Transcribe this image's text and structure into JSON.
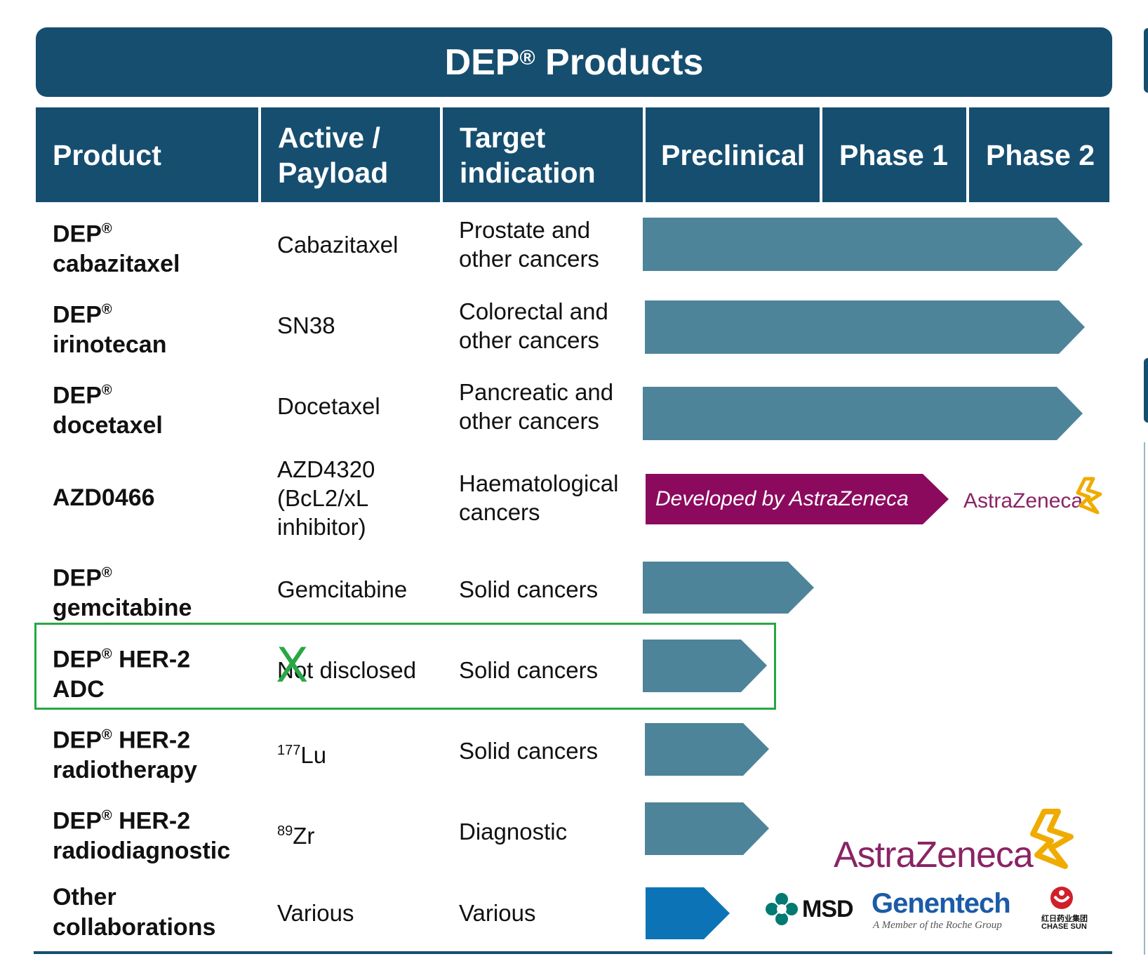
{
  "title": {
    "text": "DEP",
    "reg": "®",
    "suffix": " Products"
  },
  "headers": {
    "product": "Product",
    "payload_line1": "Active /",
    "payload_line2": "Payload",
    "target_line1": "Target",
    "target_line2": "indication",
    "preclinical": "Preclinical",
    "phase1": "Phase 1",
    "phase2": "Phase 2"
  },
  "rows": [
    {
      "name_prefix": "DEP",
      "reg": "®",
      "name_suffix": "",
      "name_line2": "cabazitaxel",
      "payload": [
        "Cabazitaxel"
      ],
      "target": [
        "Prostate and",
        "other cancers"
      ],
      "stage": "Phase 2"
    },
    {
      "name_prefix": "DEP",
      "reg": "®",
      "name_suffix": "",
      "name_line2": "irinotecan",
      "payload": [
        "SN38"
      ],
      "target": [
        "Colorectal and",
        "other cancers"
      ],
      "stage": "Phase 2"
    },
    {
      "name_prefix": "DEP",
      "reg": "®",
      "name_suffix": "",
      "name_line2": "docetaxel",
      "payload": [
        "Docetaxel"
      ],
      "target": [
        "Pancreatic and",
        "other cancers"
      ],
      "stage": "Phase 2"
    },
    {
      "name_prefix": "AZD0466",
      "reg": "",
      "name_suffix": "",
      "name_line2": "",
      "payload": [
        "AZD4320",
        "(BcL2/xL",
        "inhibitor)"
      ],
      "target": [
        "Haematological",
        "cancers"
      ],
      "stage": "Developed by AstraZeneca"
    },
    {
      "name_prefix": "DEP",
      "reg": "®",
      "name_suffix": "",
      "name_line2": "gemcitabine",
      "payload": [
        "Gemcitabine"
      ],
      "target": [
        "Solid cancers"
      ],
      "stage": "Preclinical"
    },
    {
      "name_prefix": "DEP",
      "reg": "®",
      "name_suffix": " HER-2",
      "name_line2": "ADC",
      "payload": [
        "Not disclosed"
      ],
      "target": [
        "Solid cancers"
      ],
      "stage": "Preclinical"
    },
    {
      "name_prefix": "DEP",
      "reg": "®",
      "name_suffix": " HER-2",
      "name_line2": "radiotherapy",
      "payload_sup": "177",
      "payload": [
        "Lu"
      ],
      "target": [
        "Solid cancers"
      ],
      "stage": "Preclinical"
    },
    {
      "name_prefix": "DEP",
      "reg": "®",
      "name_suffix": " HER-2",
      "name_line2": "radiodiagnostic",
      "payload_sup": "89",
      "payload": [
        "Zr"
      ],
      "target": [
        "Diagnostic"
      ],
      "stage": "Preclinical"
    },
    {
      "name_prefix": "Other",
      "reg": "",
      "name_suffix": "",
      "name_line2": "collaborations",
      "payload": [
        "Various"
      ],
      "target": [
        "Various"
      ],
      "stage": "Preclinical"
    }
  ],
  "dev_label": "Developed by AstraZeneca",
  "annotation_mark": "X",
  "logos": {
    "astrazeneca_small": "AstraZeneca",
    "astrazeneca_large": "AstraZeneca",
    "msd": "MSD",
    "genentech": "Genentech",
    "genentech_tagline": "A Member of the Roche Group",
    "chasesun_cn": "红日药业集团",
    "chasesun_en": "CHASE SUN"
  },
  "colors": {
    "header_bg": "#164E70",
    "arrow_teal": "#4E8499",
    "arrow_magenta": "#8C0A5E",
    "arrow_blue": "#0C74B6",
    "highlight": "#28A745",
    "az_purple": "#8A2464",
    "az_gold": "#F0AB00",
    "genentech_blue": "#1B5BA8",
    "msd_teal": "#007A73"
  }
}
